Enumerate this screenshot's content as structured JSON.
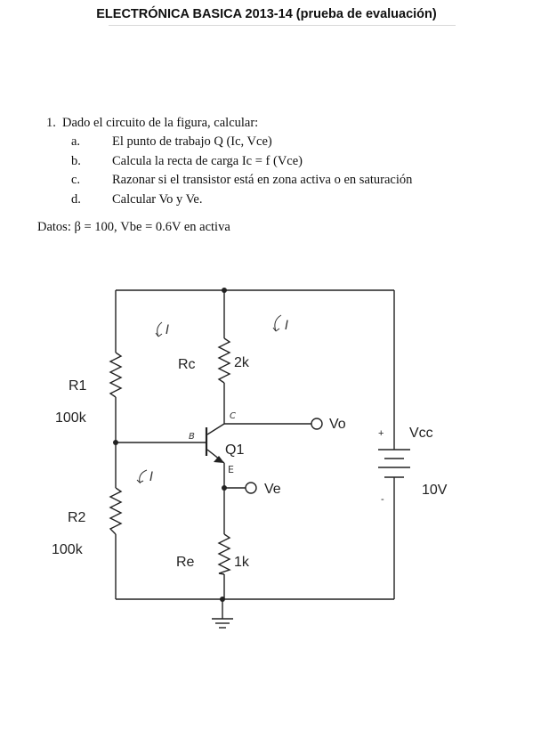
{
  "header": {
    "title": "ELECTRÓNICA BASICA 2013-14 (prueba de evaluación)"
  },
  "question": {
    "number": "1.",
    "text": "Dado el circuito de la figura, calcular:",
    "items": [
      {
        "letter": "a.",
        "text": "El punto de trabajo Q (Ic, Vce)"
      },
      {
        "letter": "b.",
        "text": "Calcula la recta de carga Ic = f (Vce)"
      },
      {
        "letter": "c.",
        "text": "Razonar si el transistor está en zona activa o en saturación"
      },
      {
        "letter": "d.",
        "text": "Calcular Vo y Ve."
      }
    ],
    "datos": "Datos: β = 100, Vbe = 0.6V en activa"
  },
  "circuit": {
    "r1_name": "R1",
    "r1_value": "100k",
    "r2_name": "R2",
    "r2_value": "100k",
    "rc_name": "Rc",
    "rc_value": "2k",
    "re_name": "Re",
    "re_value": "1k",
    "transistor": "Q1",
    "base_mark": "B",
    "collector_mark": "C",
    "emitter_mark": "E",
    "vo_label": "Vo",
    "ve_label": "Ve",
    "vcc_name": "Vcc",
    "vcc_value": "10V",
    "plus_sign": "+",
    "minus_sign": "-",
    "current_mark_1": "I",
    "current_mark_2": "I",
    "current_mark_3": "I"
  }
}
